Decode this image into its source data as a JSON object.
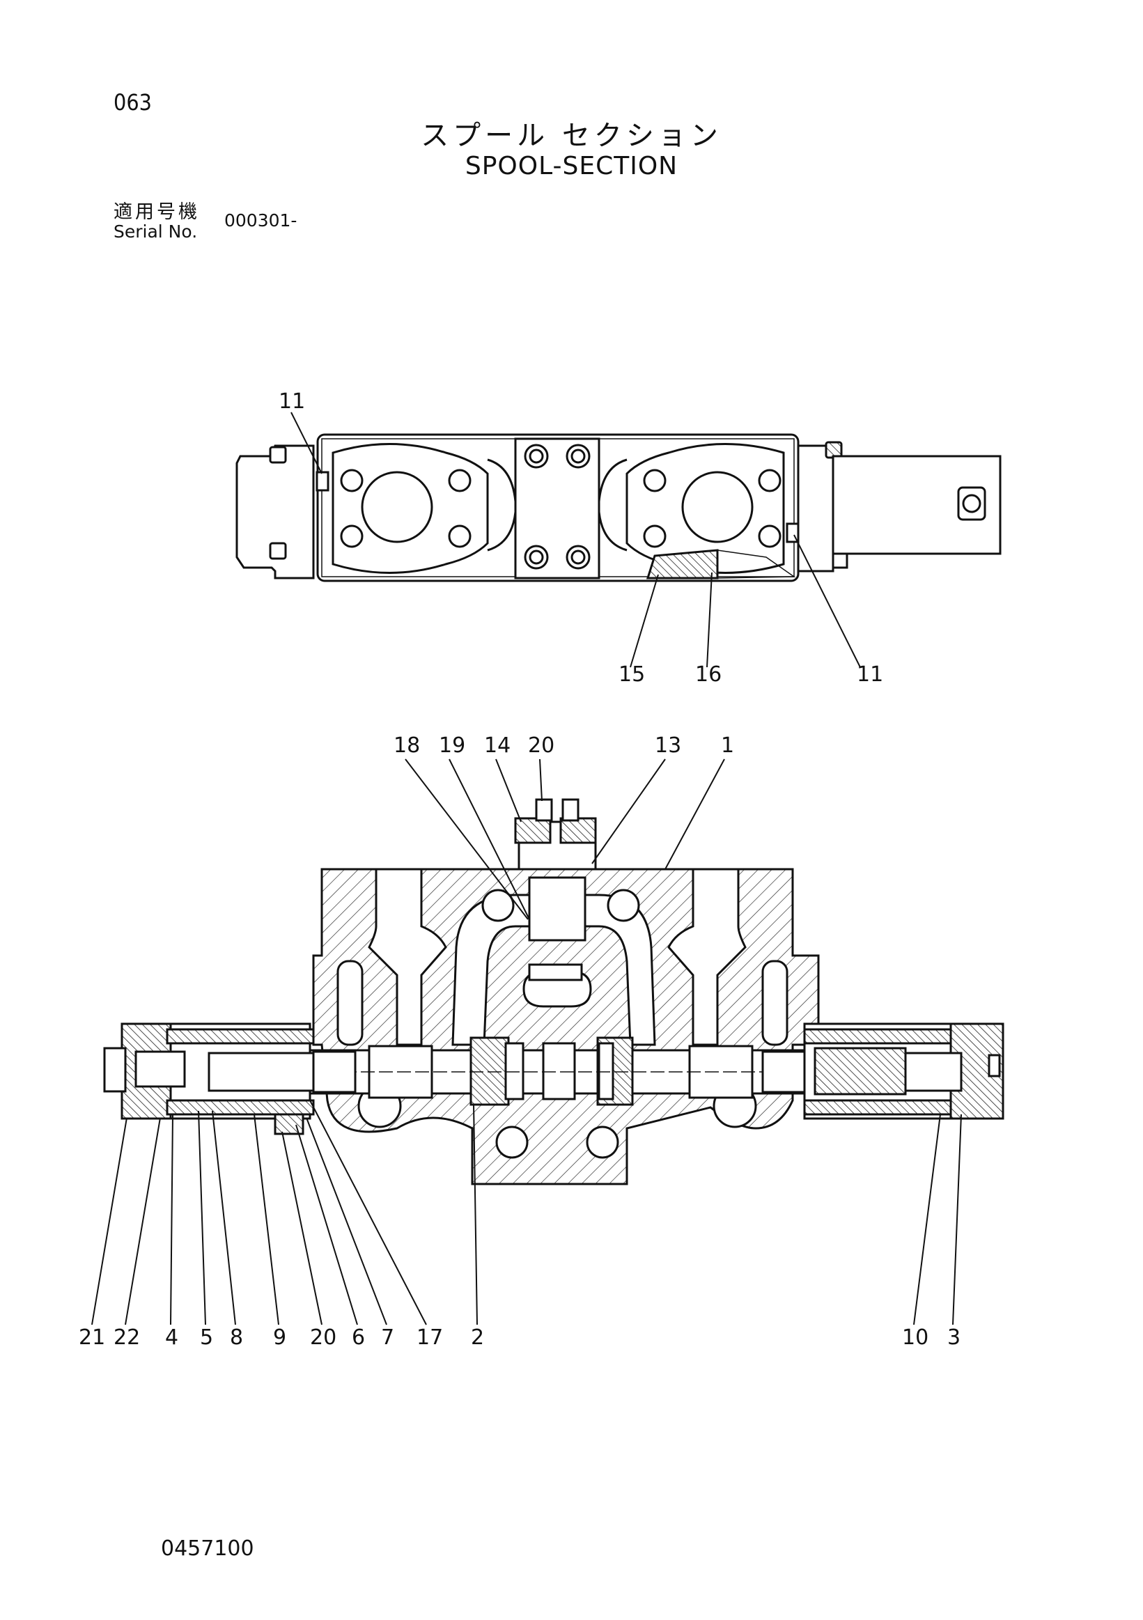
{
  "page_number": "063",
  "title_jp": "スプール セクション",
  "title_en": "SPOOL-SECTION",
  "serial": {
    "label_jp": "適用号機",
    "label_en": "Serial No.",
    "value": "000301-"
  },
  "drawing_number": "0457100",
  "top_view_callouts": [
    "11",
    "15",
    "16",
    "11"
  ],
  "section_view_callouts_top": [
    "18",
    "19",
    "14",
    "20",
    "13",
    "1"
  ],
  "section_view_callouts_bottom": [
    "21",
    "22",
    "4",
    "5",
    "8",
    "9",
    "20",
    "6",
    "7",
    "17",
    "2",
    "10",
    "3"
  ]
}
